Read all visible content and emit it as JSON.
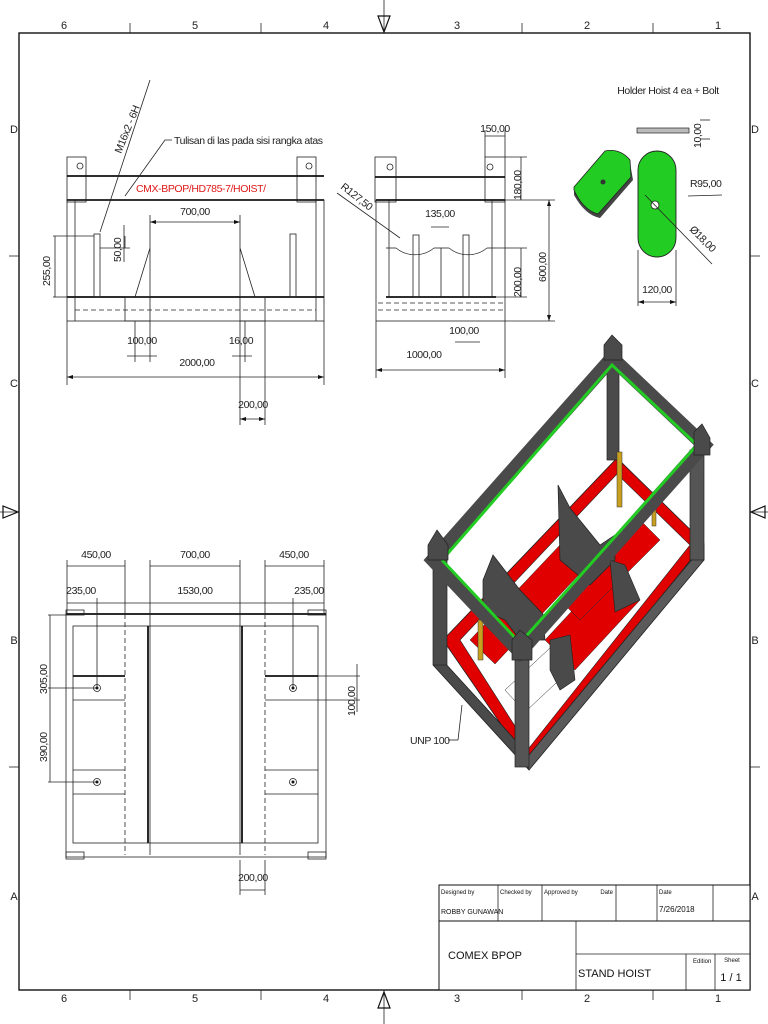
{
  "sheet": {
    "zones_top": [
      "6",
      "5",
      "4",
      "3",
      "2",
      "1"
    ],
    "zones_bottom": [
      "6",
      "5",
      "4",
      "3",
      "2",
      "1"
    ],
    "zones_left": [
      "D",
      "C",
      "B",
      "A"
    ],
    "zones_right": [
      "D",
      "C",
      "B",
      "A"
    ]
  },
  "front_view": {
    "thread_note": "M16x2 - 6H",
    "weld_note": "Tulisan di las pada sisi rangka atas",
    "marking_text": "CMX-BPOP/HD785-7/HOIST/",
    "dims": {
      "top_span": "700,00",
      "height": "255,00",
      "pin_offset": "50,00",
      "left_gap": "100,00",
      "plate": "16,00",
      "overall_length": "2000,00",
      "foot": "200,00"
    }
  },
  "side_view": {
    "radius": "R127,50",
    "dims": {
      "lug_width": "150,00",
      "lug_height": "180,00",
      "saddle_gap": "135,00",
      "saddle_depth": "200,00",
      "overall_height": "600,00",
      "offset": "100,00",
      "overall_width": "1000,00"
    }
  },
  "holder_detail": {
    "title": "Holder Hoist 4 ea + Bolt",
    "thickness": "10,00",
    "radius": "R95,00",
    "hole_dia": "Ø18,00",
    "width": "120,00",
    "color": "#22cc22"
  },
  "top_view": {
    "dims": {
      "left_bay": "450,00",
      "center_bay": "700,00",
      "right_bay": "450,00",
      "left_pin": "235,00",
      "pin_span": "1530,00",
      "right_pin": "235,00",
      "upper_pin": "305,00",
      "lower_pin": "390,00",
      "pin_band": "100,00",
      "foot": "200,00"
    }
  },
  "iso_view": {
    "callout": "UNP 100",
    "colors": {
      "frame": "#4a4a4a",
      "top_rail": "#22cc22",
      "base": "#e00000",
      "pin": "#c8a020"
    }
  },
  "title_block": {
    "designed_by_label": "Designed by",
    "designed_by": "ROBBY GUNAWAN",
    "checked_by_label": "Checked by",
    "approved_by_label": "Approved by",
    "date_label_1": "Date",
    "date_label_2": "Date",
    "date": "7/26/2018",
    "company": "COMEX BPOP",
    "title": "STAND HOIST",
    "edition_label": "Edition",
    "sheet_label": "Sheet",
    "sheet": "1 / 1"
  }
}
